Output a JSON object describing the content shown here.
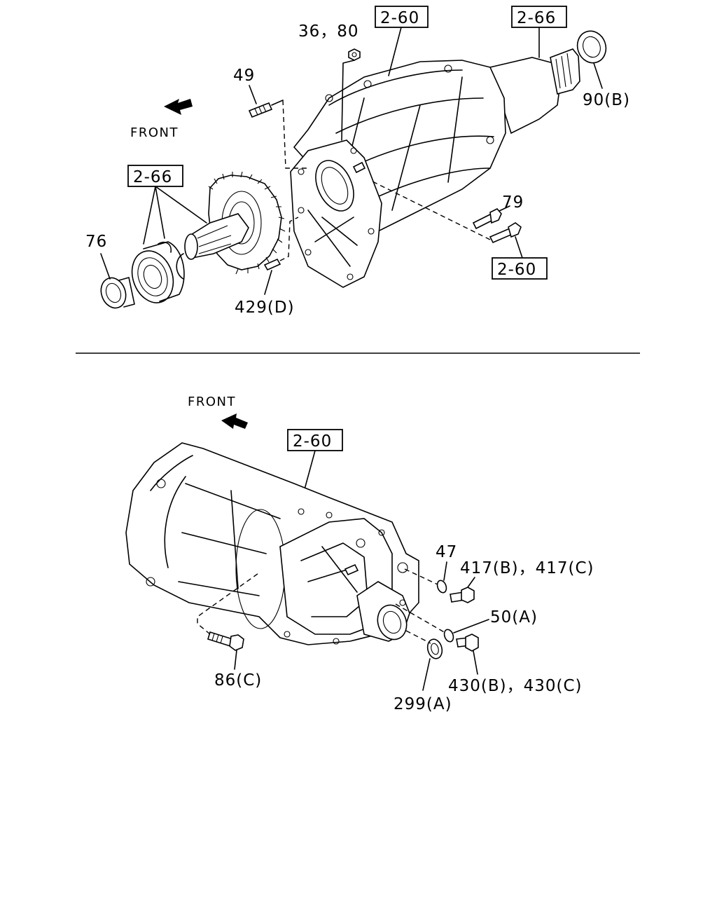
{
  "top": {
    "front_label": "FRONT",
    "labels": {
      "l_36_80": "36，80",
      "l_2_60_top": "2-60",
      "l_2_66_top": "2-66",
      "l_49": "49",
      "l_90b": "90(B)",
      "l_2_66_left": "2-66",
      "l_76": "76",
      "l_79": "79",
      "l_2_60_right": "2-60",
      "l_429d": "429(D)"
    }
  },
  "bottom": {
    "front_label": "FRONT",
    "labels": {
      "l_2_60": "2-60",
      "l_47": "47",
      "l_417": "417(B)，417(C)",
      "l_50a": "50(A)",
      "l_86c": "86(C)",
      "l_430": "430(B)，430(C)",
      "l_299a": "299(A)"
    }
  }
}
